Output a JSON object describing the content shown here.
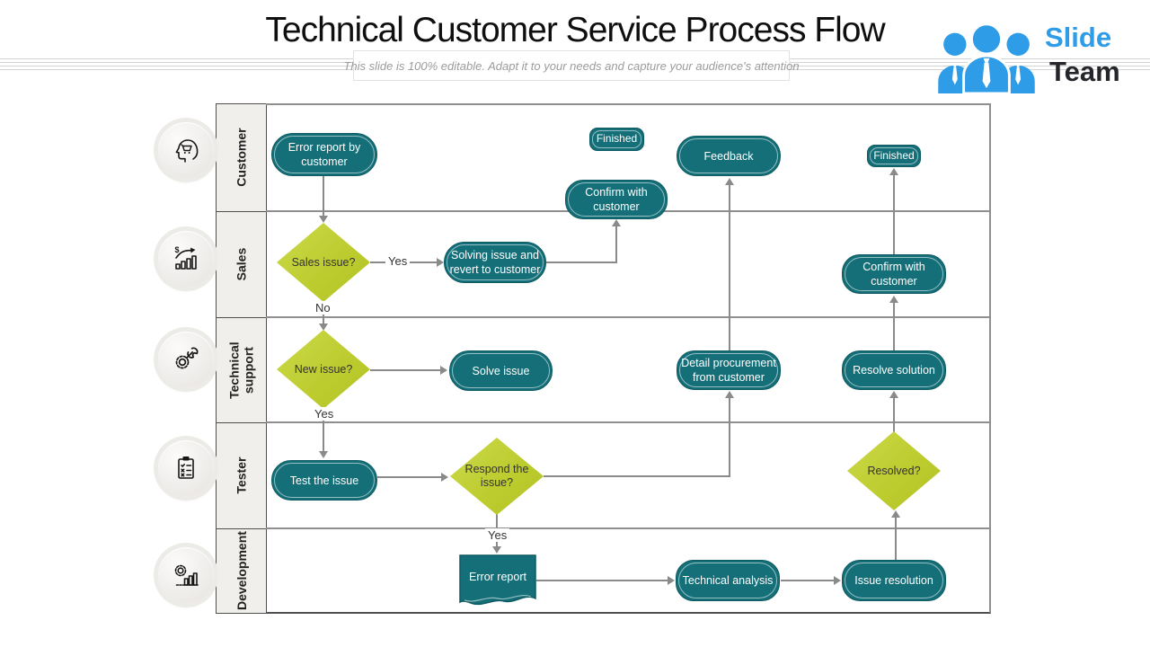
{
  "header": {
    "title": "Technical Customer Service Process Flow",
    "subtitle": "This slide is 100% editable. Adapt it to your needs and capture your audience's attention"
  },
  "logo": {
    "slide": "Slide",
    "team": "Team"
  },
  "lanes": {
    "customer": "Customer",
    "sales": "Sales",
    "technical_support": "Technical support",
    "tester": "Tester",
    "development": "Development"
  },
  "nodes": {
    "error_report_customer": "Error report by customer",
    "finished_top": "Finished",
    "confirm_with_customer_1": "Confirm with customer",
    "feedback": "Feedback",
    "finished_right": "Finished",
    "sales_issue": "Sales issue?",
    "solving_issue": "Solving issue and revert to customer",
    "confirm_with_customer_2": "Confirm with customer",
    "new_issue": "New issue?",
    "solve_issue": "Solve issue",
    "detail_procurement": "Detail procurement from customer",
    "resolve_solution": "Resolve solution",
    "test_issue": "Test the issue",
    "respond_issue": "Respond the issue?",
    "resolved": "Resolved?",
    "error_report_doc": "Error report",
    "technical_analysis": "Technical analysis",
    "issue_resolution": "Issue resolution"
  },
  "edge_labels": {
    "sales_yes": "Yes",
    "sales_no": "No",
    "new_issue_yes": "Yes",
    "respond_yes": "Yes"
  },
  "colors": {
    "node_teal": "#146F78",
    "decision_green": "#BFCE31",
    "connector_gray": "#8A8A8A",
    "logo_blue": "#2F9CE8"
  }
}
